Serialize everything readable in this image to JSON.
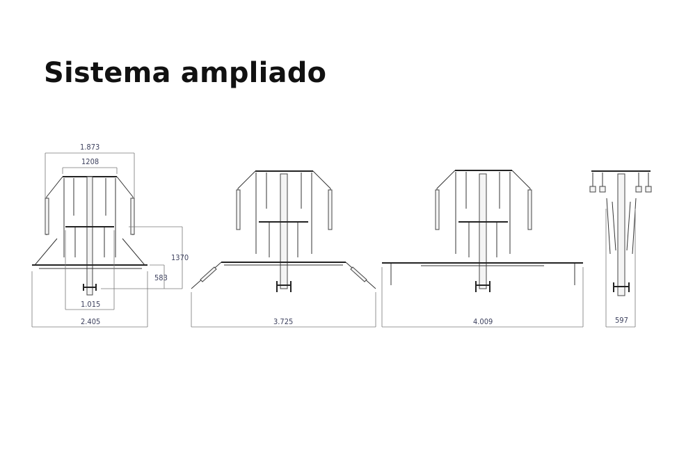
{
  "title": "Sistema ampliado",
  "figures": [
    {
      "id": "compact",
      "dimensions": {
        "top_outer_width": "1.873",
        "top_inner_width": "1208",
        "height_total": "1370",
        "height_lower": "583",
        "inner_base_width": "1.015",
        "overall_width": "2.405"
      }
    },
    {
      "id": "extended-angled",
      "dimensions": {
        "overall_width": "3.725"
      }
    },
    {
      "id": "extended-flat",
      "dimensions": {
        "overall_width": "4.009"
      }
    },
    {
      "id": "folded",
      "dimensions": {
        "overall_width": "597"
      }
    }
  ],
  "colors": {
    "title": "#111111",
    "dimension_text": "#3b3f5c",
    "lines": "#333333"
  }
}
